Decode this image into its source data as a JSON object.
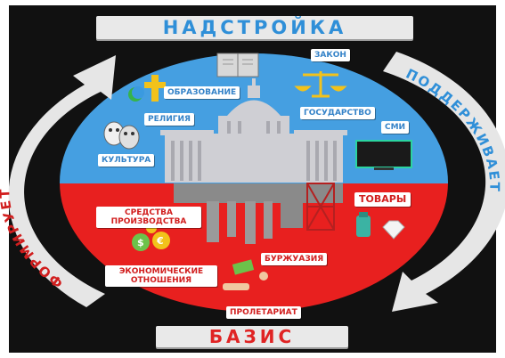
{
  "title": "НАДСТРОЙКА",
  "base": "БАЗИС",
  "left_arrow": "ФОРМИРУЕТ",
  "right_arrow": "ПОДДЕРЖИВАЕТ",
  "superstructure": {
    "law": "ЗАКОН",
    "education": "ОБРАЗОВАНИЕ",
    "religion": "РЕЛИГИЯ",
    "state": "ГОСУДАРСТВО",
    "media": "СМИ",
    "culture": "КУЛЬТУРА"
  },
  "basis": {
    "means": "СРЕДСТВА ПРОИЗВОДСТВА",
    "goods": "ТОВАРЫ",
    "bourgeoisie": "БУРЖУАЗИЯ",
    "relations": "ЭКОНОМИЧЕСКИЕ ОТНОШЕНИЯ",
    "proletariat": "ПРОЛЕТАРИАТ"
  },
  "colors": {
    "blue": "#3a9ae0",
    "red": "#e8201f",
    "arrow": "#e6e6e6",
    "title_text": "#2f8fd8",
    "base_text": "#e02424"
  }
}
